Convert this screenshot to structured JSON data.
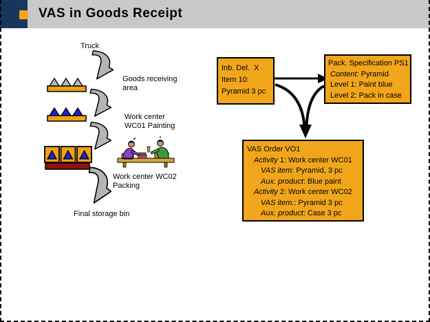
{
  "title": "VAS in Goods Receipt",
  "flow": {
    "truck": "Truck",
    "goods_receiving": {
      "line1": "Goods receiving",
      "line2": "area"
    },
    "wc01": {
      "line1": "Work center",
      "line2": "WC01 Painting"
    },
    "wc02": {
      "line1": "Work center WC02",
      "line2": "Packing"
    },
    "final_bin": "Final storage bin"
  },
  "boxes": {
    "inb_del": {
      "line1": "Inb. Del.  X",
      "line2": "Item 10:",
      "line3": "Pyramid 3 pc"
    },
    "pack_spec": {
      "title": "Pack. Specification PS1",
      "content_label": "Content:",
      "content_value": " Pyramid",
      "level1": "Level 1: Paint blue",
      "level2": "Level 2: Pack in case"
    },
    "vas_order": {
      "title": "VAS Order VO1",
      "act1_label": "Activity",
      "act1_text": " 1: Work center WC01",
      "item1_label": "VAS item",
      "item1_text": ": Pyramid, 3 pc",
      "aux1_label": "Aux. product",
      "aux1_text": ": Blue paint",
      "act2_label": "Activity",
      "act2_text": " 2: Work center WC02",
      "item2_label": "VAS item.",
      "item2_text": ": Pyramid 3 pc",
      "aux2_label": "Aux. product",
      "aux2_text": ": Case 3 pc"
    }
  },
  "icons": {
    "flow_arrow": "curved-swoosh-arrow-down",
    "connector_right": "thick-right-arrow",
    "connector_merge": "curved-merge-down-arrow",
    "workers": "two-workers-packing-at-table",
    "pallet_gray": "pallet-with-gray-pyramids",
    "pallet_blue": "pallet-with-blue-pyramids",
    "pallet_packed": "pallet-with-cased-pyramids"
  },
  "colors": {
    "titlebar_gray": "#c9c9c9",
    "logo_navy": "#17375e",
    "logo_orange": "#f9a51a",
    "box_orange": "#f2a51a",
    "pallet_orange": "#f0a114",
    "pyramid_gray": "#b8b8b8",
    "pyramid_blue": "#1b24d9",
    "pallet_red": "#8e1010",
    "arrow_gray": "#b5b5b5"
  }
}
